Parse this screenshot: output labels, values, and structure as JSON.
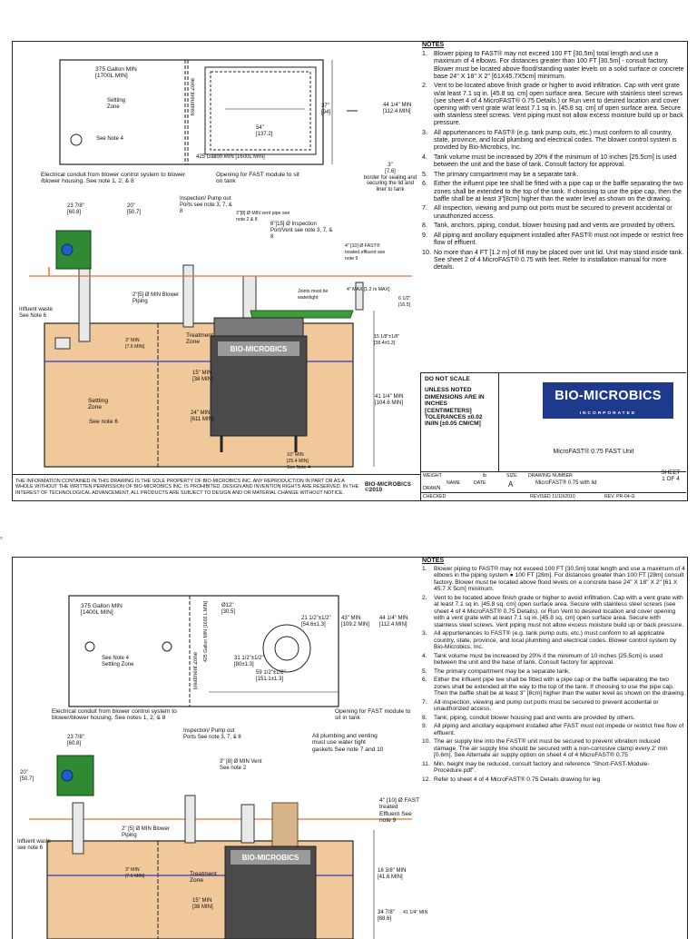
{
  "sheet1": {
    "notes_heading": "NOTES",
    "notes": [
      {
        "num": "1.",
        "text": "Blower piping to FAST® may not exceed 100 FT [30.5m] total length and use a maximum of 4 elbows. For distances greater than 100 FT [30.5m] - consult factory. Blower must be located above flood/standing water levels on a solid surface or concrete base 24\" X 18\" X 2\" [61X45.7X5cm] minimum."
      },
      {
        "num": "2.",
        "text": "Vent to be located above finish grade or higher to avoid infiltration. Cap with vent grate w/at least 7.1 sq in. [45.8 sq. cm] open surface area. Secure with stainless steel screws (see sheet 4 of 4 MicroFAST® 0.75 Details.) or Run vent to desired location and cover opening with vent grate w/at least 7.1 sq in. [45.8 sq. cm] of open surface area. Secure with stainless steel screws. Vent piping must not allow excess moisture build up or back pressure."
      },
      {
        "num": "3.",
        "text": "All appurtenances to FAST® (e.g. tank pump outs, etc.) must conform to all country, state, province, and local plumbing and electrical codes. The blower control system is provided by Bio-Microbics, Inc."
      },
      {
        "num": "4.",
        "text": "Tank volume must be increased by 20% if the minimum of 10 inches [25.5cm] is used between the unit and the base of tank. Consult factory for approval."
      },
      {
        "num": "5.",
        "text": "The primary compartment may be a separate tank."
      },
      {
        "num": "6.",
        "text": "Either the influent pipe tee shall be fitted with a pipe cap or the baffle separating the two zones shall be extended to the top of the tank. If choosing to use the pipe cap, then the baffle shall be at least 3\"[8cm] higher than the water level as shown on the drawing."
      },
      {
        "num": "7.",
        "text": "All inspection, viewing and pump out ports must be secured to prevent accidental or unauthorized access."
      },
      {
        "num": "8.",
        "text": "Tank, anchors, piping, conduit, blower housing pad and vents are provided by others."
      },
      {
        "num": "9.",
        "text": "All piping and ancillary equipment installed after FAST® must not impede or restrict free flow of effluent."
      },
      {
        "num": "10.",
        "text": "No more than 4 FT [1.2 m] of fill may be placed over unit lid. Unit may stand inside tank. See sheet 2 of 4 MicroFAST® 0.75 with feet. Refer to installation manual for more details."
      }
    ],
    "labels": {
      "gallon_min": "375 Gallon MIN",
      "liter_min": "[1700L MIN]",
      "settling_zone": "Settling Zone",
      "treatment_zone": "Treatment Zone",
      "see_note_4": "See Note 4",
      "gallon_min_bottom": "425 Gallon MIN [1600L MIN]",
      "dim_37": "37\"",
      "dim_37m": "[94]",
      "dim_54": "54\"",
      "dim_54m": "[137.2]",
      "dim_44": "44 1/4\" MIN",
      "dim_44m": "[112.4 MIN]",
      "dim_3": "3\"",
      "dim_3m": "[7.6]",
      "border_text": "border for sealing and securing the lid and liner to tank",
      "opening_fast": "Opening for FAST module to sit on tank",
      "electrical": "Electrical conduit from blower control system to blower /blower housing. See note 1, 2, & 8",
      "dim_23": "23 7/8\"",
      "dim_23m": "[60.8]",
      "dim_20": "20\"",
      "dim_20m": "[50.7]",
      "inspection": "Inspection/ Pump out Ports see note 3, 7, & 8",
      "vent_pipe": "3\"[8] Ø MIN vent pipe see note 2 & 8",
      "inspection_port": "6\"[15] Ø Inspection Port/Vent see note 3, 7, & 8",
      "blower_piping": "2\"[5] Ø MIN Blower Piping",
      "influent": "Influent waste See Note 6",
      "fast_effluent": "4\" [10] Ø FAST® treated effluent see note 9",
      "joints": "Joints must be watertight",
      "dim_4max": "4\" MAX [1.2 m MAX]",
      "dim_6": "6 1/2\"",
      "dim_6m": "[16.5]",
      "dim_3min": "3\" MIN",
      "dim_3minm": "[7.6 MIN]",
      "dim_15": "15\" MIN",
      "dim_15m": "[38 MIN]",
      "dim_24": "24\" MIN",
      "dim_24m": "[611 MIN]",
      "dim_41": "41 1/4\" MIN",
      "dim_41m": "[104.6 MIN]",
      "dim_10": "10\" MIN",
      "dim_10m": "[25.4 MIN]",
      "see_note_4b": "See Note 4",
      "dim_15b": "15 1/8\"±1/8\"",
      "dim_15bm": "[38.4±0.3]",
      "settling_zone_2": "Settling Zone",
      "see_note_6": "See note 6",
      "treatment_zone_2": "Treatment Zone",
      "unit_brand": "BIO-MICROBICS"
    },
    "title_block": {
      "do_not_scale": "DO NOT SCALE",
      "unless": "UNLESS NOTED DIMENSIONS ARE IN INCHES [CENTIMETERS] TOLERANCES ±0.02 IN/IN [±0.05 CM/CM]",
      "logo_main": "BIO-MICROBICS",
      "logo_sub": "INCORPORATED",
      "title": "MicroFAST® 0.75 FAST Unit",
      "weight_label": "WEIGHT",
      "weight_value": "lb",
      "name_label": "NAME",
      "date_label": "DATE",
      "drawn_label": "DRAWN",
      "checked_label": "CHECKED",
      "size_label": "SIZE",
      "size_value": "A",
      "drawing_number_label": "DRAWING NUMBER",
      "drawing_number": "MicroFAST® 0.75 with lid",
      "sheet_label": "SHEET",
      "sheet_value": "1 OF 4",
      "revised": "REVISED 11/10/2010",
      "rev": "REV. PR-04-G"
    },
    "footer": {
      "disclaimer": "THE INFORMATION CONTAINED IN THIS DRAWING IS THE SOLE PROPERTY OF BIO-MICROBICS INC. ANY REPRODUCTION IN PART OR AS A WHOLE WITHOUT THE WRITTEN PERMISSION OF BIO-MICROBICS INC. IS PROHIBITED. DESIGN AND INVENTION RIGHTS ARE RESERVED. IN THE INTEREST OF TECHNOLOGICAL ADVANCEMENT, ALL PRODUCTS ARE SUBJECT TO DESIGN AND OR MATERIAL CHANGE WITHOUT NOTICE.",
      "copyright": "BIO-MICROBICS ©2010"
    }
  },
  "sheet2": {
    "notes_heading": "NOTES",
    "notes": [
      {
        "num": "1.",
        "text": "Blower piping to FAST® may not exceed 100 FT [30.5m] total length and use a maximum of 4 elbows in the piping system ● 100 FT [28m]. For distances greater than 100 FT [28m] consult factory. Blower must be located above flood levels on a concrete base 24\" X 18\" X 2\" [61 X 45.7 X 5cm] minimum."
      },
      {
        "num": "2.",
        "text": "Vent to be located above finish grade or higher to avoid infiltration. Cap with a vent grate with at least 7.1 sq in. [45.8 sq. cm] open surface area. Secure with stainless steel screws (see sheet 4 of 4 MicroFAST® 0.75 Details). or Run Vent to desired location and cover opening with a vent grate with at least 7.1 sq in. [45.8 sq. cm] open surface area. Secure with stainless steel screws. Vent piping must not allow excess moisture build up or back pressure."
      },
      {
        "num": "3.",
        "text": "All appurtenances to FAST® (e.g. tank pump outs, etc.) must conform to all applicable country, state, province, and local plumbing and electrical codes. Blower control system by Bio-Microbics, Inc."
      },
      {
        "num": "4.",
        "text": "Tank volume must be increased by 20% if the minimum of 10 inches [25.5cm] is used between the unit and the base of tank. Consult factory for approval."
      },
      {
        "num": "5.",
        "text": "The primary compartment may be a separate tank."
      },
      {
        "num": "6.",
        "text": "Either the influent pipe tee shall be fitted with a pipe cap or the baffle separating the two zones shall be extended all the way to the top of the tank. If choosing to use the pipe cap. Then the baffle shall be at least 3\" [8cm] higher than the water level as shown on the drawing."
      },
      {
        "num": "7.",
        "text": "All inspection, viewing and pump out ports must be secured to prevent accidental or unauthorized access."
      },
      {
        "num": "8.",
        "text": "Tank, piping, conduit blower housing pad and vents are provided by others."
      },
      {
        "num": "9.",
        "text": "All piping and ancillary equipment installed after FAST must not impede or restrict free flow of effluent."
      },
      {
        "num": "10.",
        "text": "The air supply line into the FAST® unit must be secured to prevent vibration induced damage. The air supply line should be secured with a non-corrosive clamp every 2' min [0.6m]. See Alternate air supply option on sheet 4 of 4 MicroFAST® 0.75"
      },
      {
        "num": "11.",
        "text": "Min. height may be reduced, consult factory and reference \"Short-FAST-Module-Procedure.pdf\"."
      },
      {
        "num": "12.",
        "text": "Refer to sheet 4 of 4 MicroFAST® 0.75 Details drawing for leg"
      }
    ],
    "labels": {
      "gallon_min": "375 Gallon MIN",
      "liter_min": "[1400L MIN]",
      "settling_zone": "Settling Zone",
      "see_note_4": "See Note 4",
      "treatment_zone": "Treatment Zone",
      "gallon_min_side": "425 Gallon MIN [1600 L MIN]",
      "dia_12": "Ø12\"",
      "dia_12m": "[30.5]",
      "dim_21": "21 1/2\"±1/2\"",
      "dim_21m": "[54.6±1.3]",
      "dim_31": "31 1/2\"±1/2\"",
      "dim_31m": "[80±1.3]",
      "dim_59": "59 1/2\"±1/2\"",
      "dim_59m": "[151.1±1.3]",
      "dim_43": "43\" MIN",
      "dim_43m": "[109.2 MIN]",
      "dim_44": "44 1/4\" MIN",
      "dim_44m": "[112.4 MIN]",
      "opening_fast": "Opening for FAST module to sit in tank",
      "electrical": "Electrical conduit from blower control system to blower/blower housing. See notes 1, 2, & 8",
      "dim_23": "23 7/8\"",
      "dim_23m": "[60.8]",
      "dim_20": "20\"",
      "dim_20m": "[50.7]",
      "inspection": "Inspection/ Pump out Ports See note 3, 7, & 8",
      "vent": "3\" [8] Ø MIN Vent See note 2",
      "plumbing": "All plumbing and venting must use water tight gaskets See note 7 and 10",
      "fast_effluent": "4\" [10] Ø FAST treated Effluent See note 9",
      "blower_piping": "2\" [5] Ø MIN Blower Piping",
      "influent": "Influent waste see note 6",
      "dim_3min": "3\" MIN",
      "dim_3minm": "[7.6 MIN]",
      "treatment_zone_2": "Treatment Zone",
      "dim_15": "15\" MIN",
      "dim_15m": "[38 MIN]",
      "dim_16": "16 3/8\" MIN",
      "dim_16m": "[41.6 MIN]",
      "dim_34": "34 7/8\"",
      "dim_34m": "[88.6]",
      "dim_41": "41 1/4\" MIN",
      "unit_brand": "BIO-MICROBICS"
    }
  },
  "margin_mark": "°",
  "colors": {
    "tank_fill": "#f1c89a",
    "unit_dark": "#4a4a4a",
    "lid_green": "#3f9a3a",
    "blower_green": "#2f8a33",
    "water_line": "#2d3ad0",
    "pipe_orange": "#e8702a",
    "logo_blue": "#1e3a8c"
  }
}
